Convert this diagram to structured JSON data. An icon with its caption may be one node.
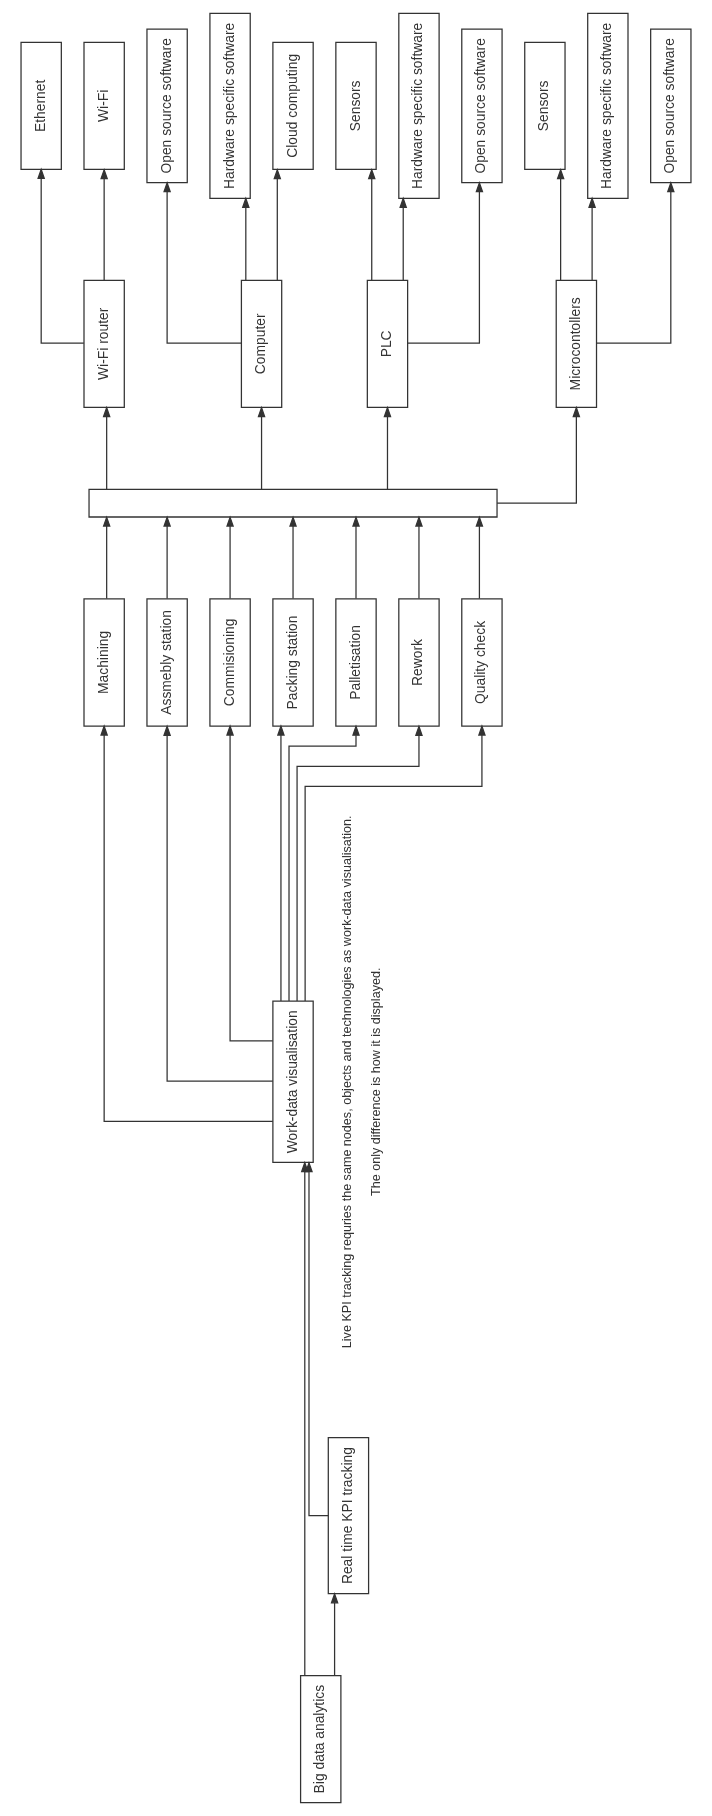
{
  "diagram": {
    "nodes": [
      {
        "text": [
          "Big data analytics"
        ]
      },
      {
        "text": [
          "Work-data visualisation"
        ]
      },
      {
        "text": [
          "Real time KPI tracking"
        ]
      },
      {
        "text": [
          "Machining"
        ]
      },
      {
        "text": [
          "Assmebly station"
        ]
      },
      {
        "text": [
          "Commisioning"
        ]
      },
      {
        "text": [
          "Packing station"
        ]
      },
      {
        "text": [
          "Palletisation"
        ]
      },
      {
        "text": [
          "Rework"
        ]
      },
      {
        "text": [
          "Quality check"
        ]
      },
      {
        "text": [],
        "shape": "box"
      },
      {
        "text": [
          "Wi-Fi router"
        ]
      },
      {
        "text": [
          "Computer"
        ]
      },
      {
        "text": [
          "PLC"
        ]
      },
      {
        "text": [
          "Microcontollers"
        ]
      },
      {
        "text": [
          "Ethernet"
        ]
      },
      {
        "text": [
          "Wi-Fi"
        ]
      },
      {
        "text": [
          "Open source software"
        ]
      },
      {
        "text": [
          "Hardware specific software"
        ]
      },
      {
        "text": [
          "Cloud computing"
        ]
      },
      {
        "text": [
          "Sensors"
        ]
      },
      {
        "text": [
          "Hardware specific software"
        ]
      },
      {
        "text": [
          "Open source software"
        ]
      },
      {
        "text": [
          "Sensors"
        ]
      },
      {
        "text": [
          "Hardware specific software"
        ]
      },
      {
        "text": [
          "Open source software"
        ]
      }
    ],
    "edges": [
      {
        "from": 0,
        "to": 1,
        "arrow": "to"
      },
      {
        "from": 0,
        "to": 2,
        "arrow": "to"
      },
      {
        "from": 2,
        "to": 1,
        "arrow": "to"
      },
      {
        "from": 1,
        "to": 3,
        "arrow": "to"
      },
      {
        "from": 1,
        "to": 4,
        "arrow": "to"
      },
      {
        "from": 1,
        "to": 5,
        "arrow": "to"
      },
      {
        "from": 1,
        "to": 6,
        "arrow": "to"
      },
      {
        "from": 1,
        "to": 7,
        "arrow": "to"
      },
      {
        "from": 1,
        "to": 8,
        "arrow": "to"
      },
      {
        "from": 1,
        "to": 9,
        "arrow": "to"
      },
      {
        "from": 3,
        "to": 10,
        "arrow": "to"
      },
      {
        "from": 4,
        "to": 10,
        "arrow": "to"
      },
      {
        "from": 5,
        "to": 10,
        "arrow": "to"
      },
      {
        "from": 6,
        "to": 10,
        "arrow": "to"
      },
      {
        "from": 7,
        "to": 10,
        "arrow": "to"
      },
      {
        "from": 8,
        "to": 10,
        "arrow": "to"
      },
      {
        "from": 9,
        "to": 10,
        "arrow": "to"
      },
      {
        "from": 10,
        "to": 11,
        "arrow": "to"
      },
      {
        "from": 10,
        "to": 12,
        "arrow": "to"
      },
      {
        "from": 10,
        "to": 13,
        "arrow": "to"
      },
      {
        "from": 10,
        "to": 14,
        "arrow": "to"
      },
      {
        "from": 11,
        "to": 15,
        "arrow": "to"
      },
      {
        "from": 11,
        "to": 16,
        "arrow": "to"
      },
      {
        "from": 12,
        "to": 17,
        "arrow": "to"
      },
      {
        "from": 12,
        "to": 18,
        "arrow": "to"
      },
      {
        "from": 12,
        "to": 19,
        "arrow": "to"
      },
      {
        "from": 13,
        "to": 20,
        "arrow": "to"
      },
      {
        "from": 13,
        "to": 21,
        "arrow": "to"
      },
      {
        "from": 13,
        "to": 22,
        "arrow": "to"
      },
      {
        "from": 14,
        "to": 23,
        "arrow": "to"
      },
      {
        "from": 14,
        "to": 24,
        "arrow": "to"
      },
      {
        "from": 14,
        "to": 25,
        "arrow": "to"
      }
    ],
    "labels": [
      "Live KPI tracking requries the same nodes, objects and technologies as work-data visualisation.",
      "The only difference is how it is displayed."
    ]
  }
}
